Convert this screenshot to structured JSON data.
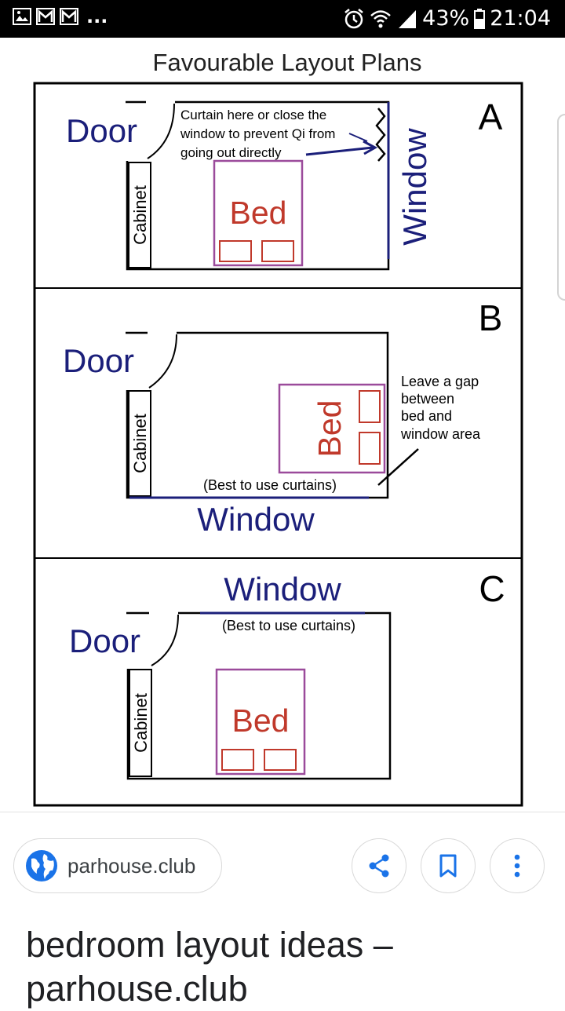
{
  "status_bar": {
    "overflow": "...",
    "battery": "43%",
    "time": "21:04",
    "icons": [
      "image-icon",
      "gmail-icon",
      "gmail-icon",
      "alarm-icon",
      "wifi-icon",
      "signal-icon",
      "battery-icon"
    ]
  },
  "image": {
    "title": "Favourable Layout Plans",
    "panels": [
      {
        "letter": "A",
        "door": "Door",
        "cabinet": "Cabinet",
        "bed": "Bed",
        "window": "Window",
        "note_lines": [
          "Curtain here or close the",
          "window to prevent Qi from",
          "going out directly"
        ]
      },
      {
        "letter": "B",
        "door": "Door",
        "cabinet": "Cabinet",
        "bed": "Bed",
        "window": "Window",
        "curtain_note": "(Best to use curtains)",
        "note_lines": [
          "Leave a gap",
          "between",
          "bed and",
          "window area"
        ]
      },
      {
        "letter": "C",
        "door": "Door",
        "cabinet": "Cabinet",
        "bed": "Bed",
        "window": "Window",
        "curtain_note": "(Best to use curtains)"
      }
    ]
  },
  "source": {
    "domain": "parhouse.club"
  },
  "actions": {
    "share": "share-icon",
    "bookmark": "bookmark-icon",
    "more": "more-vert-icon"
  },
  "result": {
    "title": "bedroom layout ideas – parhouse.club"
  },
  "colors": {
    "navy": "#1b1f7a",
    "bed_red": "#c0392b",
    "bed_purple": "#9b4b9b",
    "accent_blue": "#1a73e8"
  }
}
